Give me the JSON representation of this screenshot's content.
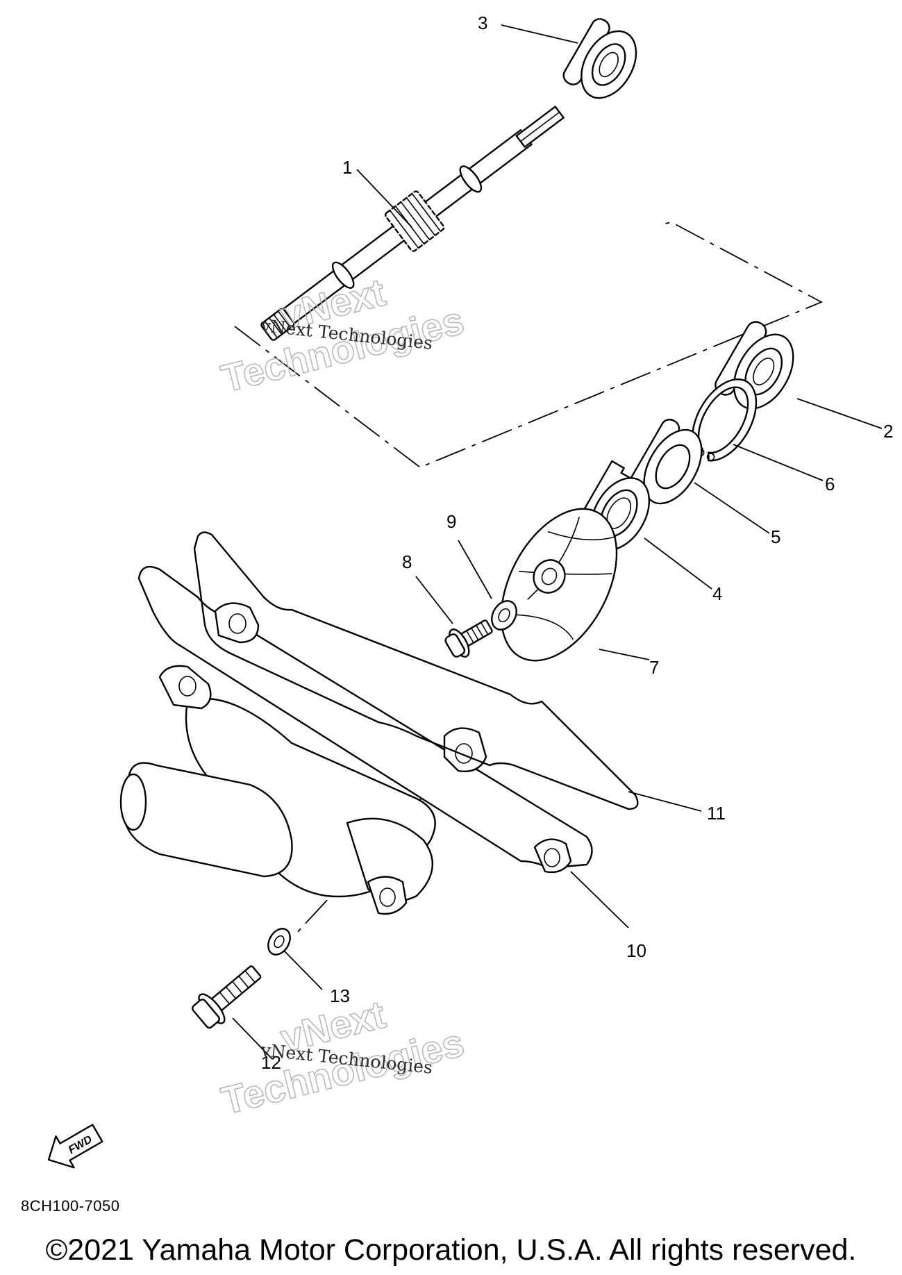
{
  "callouts": {
    "c1": "1",
    "c2": "2",
    "c3": "3",
    "c4": "4",
    "c5": "5",
    "c6": "6",
    "c7": "7",
    "c8": "8",
    "c9": "9",
    "c10": "10",
    "c11": "11",
    "c12": "12",
    "c13": "13"
  },
  "watermark": {
    "line1": "vNext Technologies",
    "brand_top": "vNext",
    "brand_bottom": "Technologies"
  },
  "fwd_label": "FWD",
  "diagram_code": "8CH100-7050",
  "copyright": "©2021 Yamaha Motor Corporation, U.S.A. All rights reserved."
}
